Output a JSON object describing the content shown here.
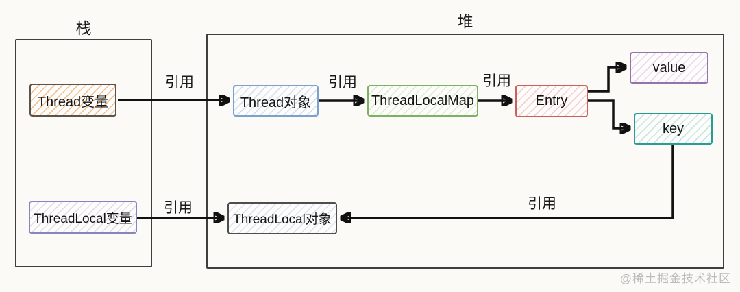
{
  "diagram": {
    "stack_label": "栈",
    "heap_label": "堆",
    "ref_label": "引用",
    "nodes": {
      "thread_var": {
        "label": "Thread变量",
        "border": "#5b544a",
        "hatch": "#f4c193"
      },
      "thread_obj": {
        "label": "Thread对象",
        "border": "#7ba1d0",
        "hatch": "#d3e0f2"
      },
      "threadlocalmap": {
        "label": "ThreadLocalMap",
        "border": "#7cb261",
        "hatch": "#dcedd3"
      },
      "entry": {
        "label": "Entry",
        "border": "#cb5f5b",
        "hatch": "#f5cfcd"
      },
      "value": {
        "label": "value",
        "border": "#9574ae",
        "hatch": "#e5daee"
      },
      "key": {
        "label": "key",
        "border": "#2b9c93",
        "hatch": "#c4e7e2"
      },
      "threadlocal_var": {
        "label": "ThreadLocal变量",
        "border": "#8585bf",
        "hatch": "#dedeef"
      },
      "threadlocal_obj": {
        "label": "ThreadLocal对象",
        "border": "#4e4e4e",
        "hatch": "#d9e5f3"
      }
    },
    "line_color": "#111111",
    "watermark": "@稀土掘金技术社区"
  }
}
